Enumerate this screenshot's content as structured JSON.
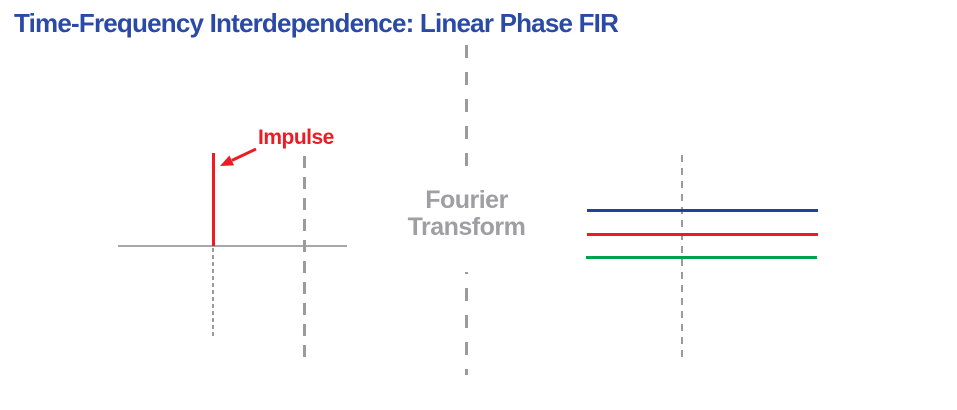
{
  "title": {
    "text": "Time-Frequency Interdependence: Linear Phase FIR"
  },
  "colors": {
    "title_blue": "#2B4AA5",
    "impulse_red": "#EC1C24",
    "axis_gray": "#A5A7AA",
    "dash_gray": "#9B9B9B",
    "fourier_text_gray": "#9D9FA2",
    "background_white": "#FFFFFF"
  },
  "time_domain": {
    "impulse_label": "Impulse",
    "impulse_color": "#EC1C24",
    "arrow_icon": "arrow-down-left-icon"
  },
  "transform": {
    "label_line1": "Fourier",
    "label_line2": "Transform"
  },
  "frequency_domain": {
    "lines": [
      {
        "name": "flat-magnitude-blue",
        "color": "#24409D"
      },
      {
        "name": "flat-magnitude-red",
        "color": "#EC1C24"
      },
      {
        "name": "flat-magnitude-green",
        "color": "#00A14B"
      }
    ]
  }
}
